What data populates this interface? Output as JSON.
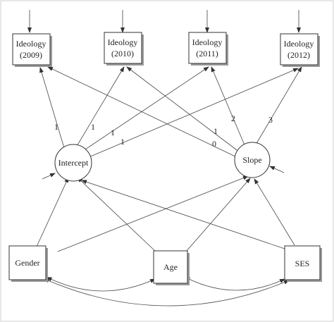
{
  "nodes": {
    "ideology_2009": {
      "line1": "Ideology",
      "line2": "(2009)"
    },
    "ideology_2010": {
      "line1": "Ideology",
      "line2": "(2010)"
    },
    "ideology_2011": {
      "line1": "Ideology",
      "line2": "(2011)"
    },
    "ideology_2012": {
      "line1": "Ideology",
      "line2": "(2012)"
    },
    "intercept": "Intercept",
    "slope": "Slope",
    "gender": "Gender",
    "age": "Age",
    "ses": "SES"
  },
  "loadings": {
    "intercept_2009": "1",
    "intercept_2010": "1",
    "intercept_2011": "1",
    "intercept_2012": "1",
    "slope_2009": "0",
    "slope_2010": "1",
    "slope_2011": "2",
    "slope_2012": "3"
  }
}
